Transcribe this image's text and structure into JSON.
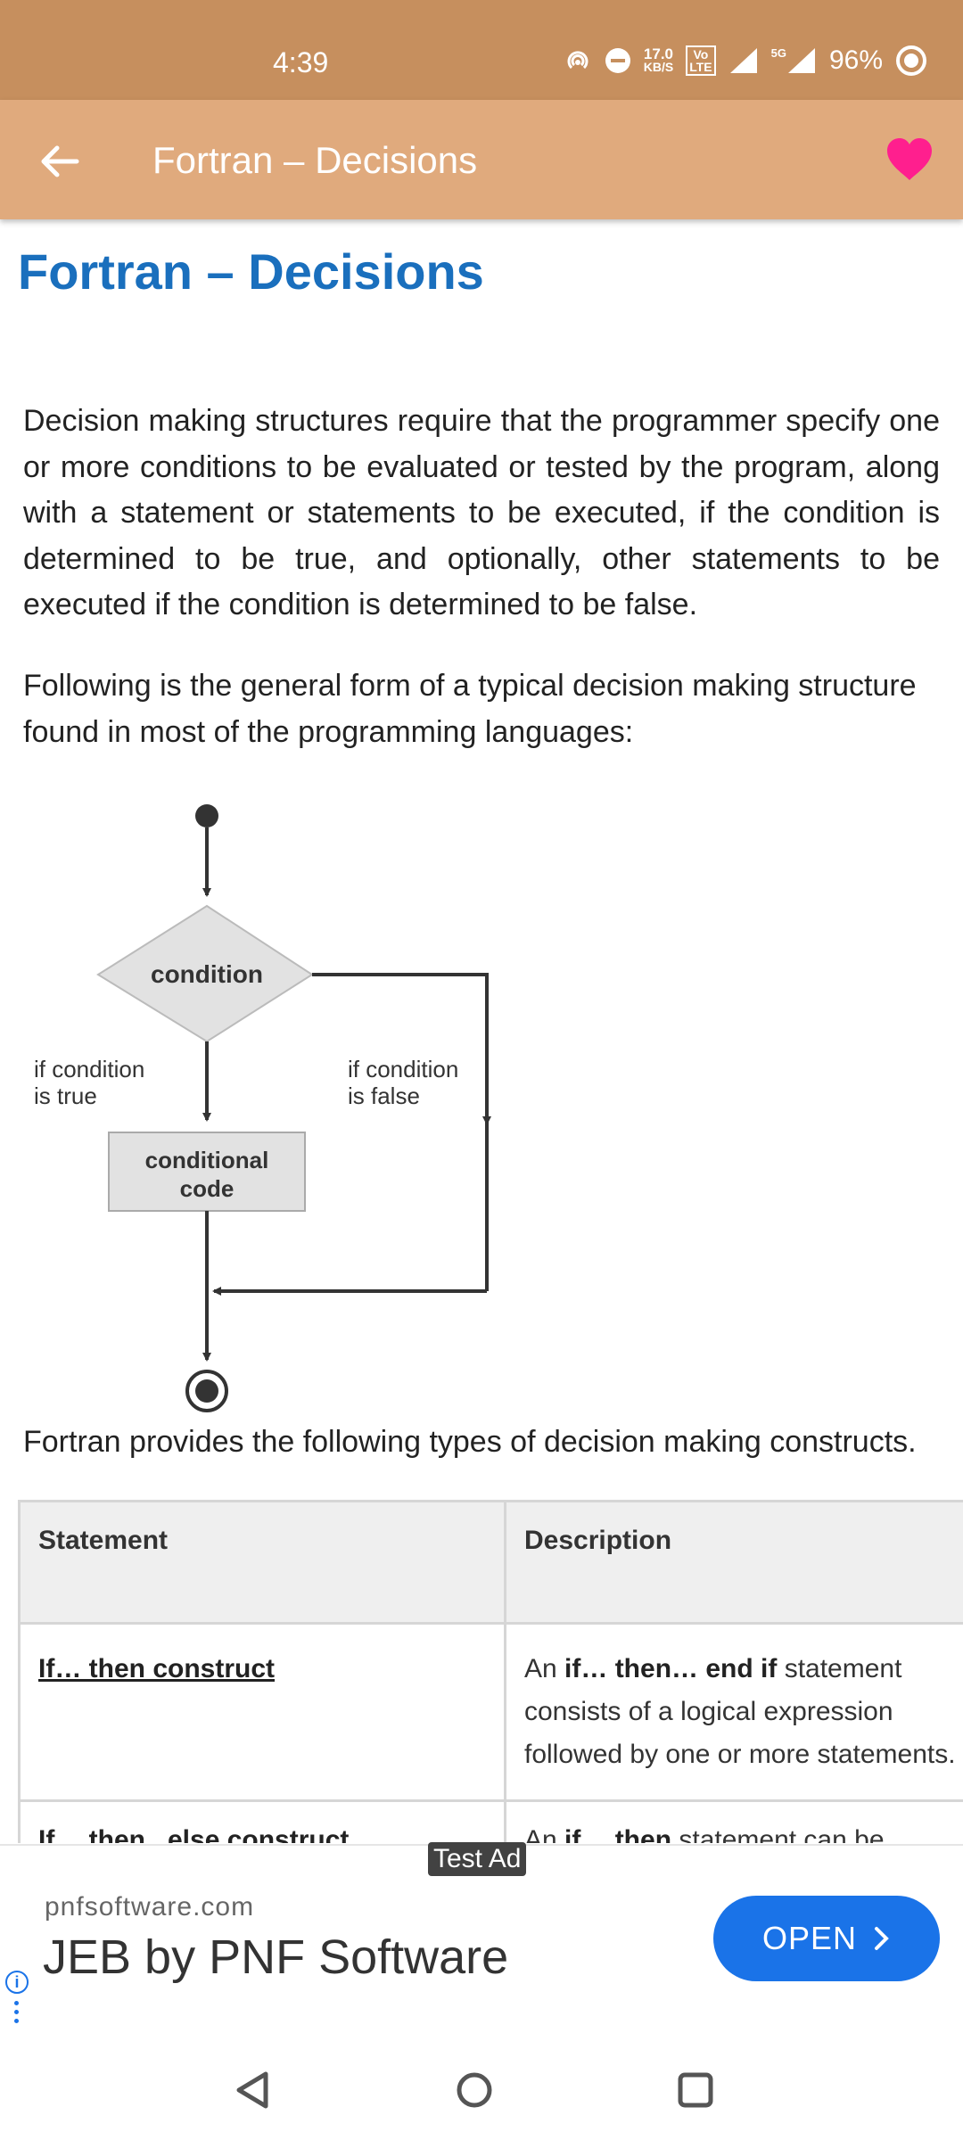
{
  "status": {
    "time": "4:39",
    "speed_value": "17.0",
    "speed_unit": "KB/S",
    "volte_top": "Vo",
    "volte_bottom": "LTE",
    "network": "5G",
    "battery": "96%"
  },
  "appbar": {
    "title": "Fortran – Decisions"
  },
  "page": {
    "title": "Fortran – Decisions",
    "intro": "Decision making structures require that the programmer specify one or more conditions to be evaluated or tested by the program, along with a statement or statements to be executed, if the condition is determined to be true, and optionally, other statements to be executed if the condition is determined to be false.",
    "general_form": "Following is the general form of a typical decision making structure found in most of the programming languages:",
    "constructs": "Fortran provides the following types of decision making constructs."
  },
  "diagram": {
    "condition": "condition",
    "true_line1": "if condition",
    "true_line2": "is true",
    "false_line1": "if condition",
    "false_line2": "is false",
    "code_line1": "conditional",
    "code_line2": "code"
  },
  "table": {
    "headers": [
      "Statement",
      "Description"
    ],
    "rows": [
      {
        "statement": "If… then construct",
        "desc_pre": "An ",
        "desc_bold1": "if… then… end if",
        "desc_mid": " statement consists of a logical expression followed by one or more statements."
      },
      {
        "statement": "If… then...else construct",
        "desc_pre": "An ",
        "desc_bold1": "if… then",
        "desc_mid": " statement can be followed by an optional else statement"
      }
    ]
  },
  "ad": {
    "tag": "Test Ad",
    "domain": "pnfsoftware.com",
    "name": "JEB by PNF Software",
    "button": "OPEN",
    "info_icon": "i"
  },
  "colors": {
    "statusbar": "#c68f5e",
    "appbar": "#e0aa7d",
    "title_blue": "#1a6fbd",
    "heart": "#ff1f8e",
    "ad_button": "#1a73e8"
  }
}
